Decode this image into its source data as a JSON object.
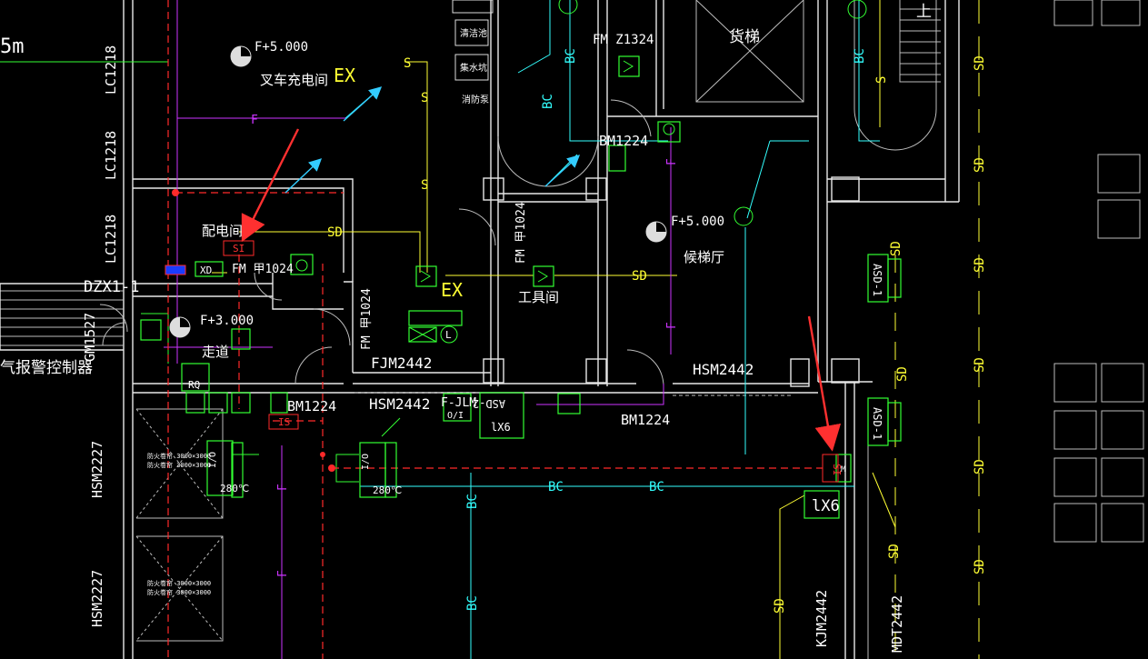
{
  "drawing": {
    "labels": {
      "sd_long_1": "SD",
      "sd_long_2": "SD",
      "sd_long_3": "SD",
      "sd_long_4": "SD",
      "sd_long_5": "SD",
      "sd_long_6": "SD",
      "sd_col2_1": "SD",
      "sd_col2_2": "SD",
      "sd_col2_3": "SD",
      "sd_col2_4": "SD",
      "s_1": "S",
      "s_2": "S",
      "s_3": "S",
      "s_4": "S",
      "bc_1": "BC",
      "bc_2": "BC",
      "bc_3": "BC",
      "bc_4": "BC",
      "bc_5": "BC",
      "bc_6": "BC",
      "f_1": "F",
      "f_2": "F",
      "f_3": "F",
      "f_4": "F",
      "f_5": "F",
      "sd_h1": "SD",
      "sd_h2": "SD",
      "sd_bottom": "SD",
      "sd_right_bottom": "SD",
      "fm_z1324": "FM Z1324",
      "freight_elevator": "货梯",
      "up": "上",
      "cleaning_pool": "清洁池",
      "water_well": "集水坑",
      "fire_room": "消防泵",
      "f_level_1": "F+5.000",
      "f_level_2": "F+5.000",
      "f_level_3": "F+3.000",
      "forklift_room": "叉车充电间",
      "ex_1": "EX",
      "ex_2": "EX",
      "lc1218_1": "LC1218",
      "lc1218_2": "LC1218",
      "lc1218_3": "LC1218",
      "m_partial": "5m",
      "bm1224_1": "BM1224",
      "bm1224_2": "BM1224",
      "bm1224_3": "BM1224",
      "distribution_room": "配电间",
      "si_1": "SI",
      "xd": "XD",
      "fm_a1024_1": "FM 甲1024",
      "fm_a1024_2": "FM 甲1024",
      "fm_a1024_3": "FM 甲1024",
      "dzx1": "DZX1-1",
      "gm1527": "GM1527",
      "tool_room": "工具间",
      "waiting_elevator": "候梯厅",
      "asd1_top": "ASD-1",
      "asd1_bottom": "ASD-1",
      "asd2": "ASD-2",
      "hsm2442_1": "HSM2442",
      "hsm2442_2": "HSM2442",
      "fjm2442": "FJM2442",
      "f_jlm": "F-JLM",
      "corridor": "走道",
      "gas_controller": "气报警控制器",
      "rq": "RQ",
      "is_box": "IS",
      "si_2": "SI",
      "m_box": "M",
      "lx6_1": "lX6",
      "lx6_2": "lX6",
      "io_1": "I/O",
      "io_2": "I/O",
      "temp_1": "280℃",
      "temp_2": "280℃",
      "hsm2227_1": "HSM2227",
      "hsm2227_2": "HSM2227",
      "kjm2442": "KJM2442",
      "mdt2442": "MDT2442",
      "fire_door_note_1": "防火卷帘 3000×3000",
      "fire_door_note_2": "防火卷帘 3000×3000",
      "fire_door_note_3": "防火卷帘 3000×3000",
      "fire_door_note_4": "防火卷帘 3000×3000",
      "l_letter": "L",
      "oi": "O/I"
    }
  }
}
